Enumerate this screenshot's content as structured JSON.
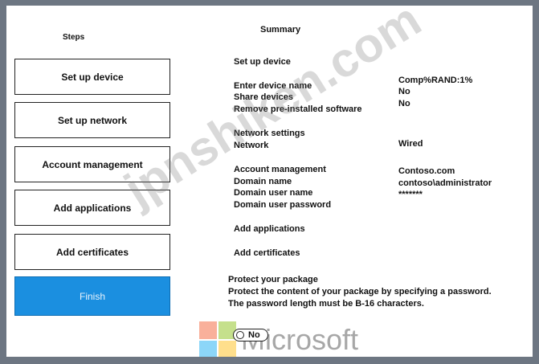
{
  "steps": {
    "title": "Steps",
    "items": [
      {
        "label": "Set up device"
      },
      {
        "label": "Set up network"
      },
      {
        "label": "Account management"
      },
      {
        "label": "Add applications"
      },
      {
        "label": "Add certificates"
      },
      {
        "label": "Finish"
      }
    ]
  },
  "summary": {
    "title": "Summary",
    "setup_device_heading": "Set up device",
    "device_name_label": "Enter device name",
    "device_name_value": "Comp%RAND:1%",
    "share_devices_label": "Share devices",
    "share_devices_value": "No",
    "remove_software_label": "Remove pre-installed software",
    "remove_software_value": "No",
    "network_heading": "Network settings",
    "network_label": "Network",
    "network_value": "Wired",
    "account_heading": "Account management",
    "domain_name_label": "Domain name",
    "domain_name_value": "Contoso.com",
    "domain_user_label": "Domain user name",
    "domain_user_value": "contoso\\administrator",
    "domain_password_label": "Domain user password",
    "domain_password_value": "*******",
    "add_apps_heading": "Add applications",
    "add_certs_heading": "Add certificates"
  },
  "protect": {
    "heading": "Protect your package",
    "line1": "Protect the content of your package by specifying a password.",
    "line2": "The password length must be B-16 characters.",
    "toggle_value": "No"
  },
  "branding": {
    "ms_word": "Microsoft",
    "watermark": "jpnshiken.com"
  },
  "colors": {
    "finish_bg": "#1b8fe0",
    "ms_red": "#f25022",
    "ms_green": "#7fba00",
    "ms_blue": "#00a4ef",
    "ms_yellow": "#ffb900"
  }
}
